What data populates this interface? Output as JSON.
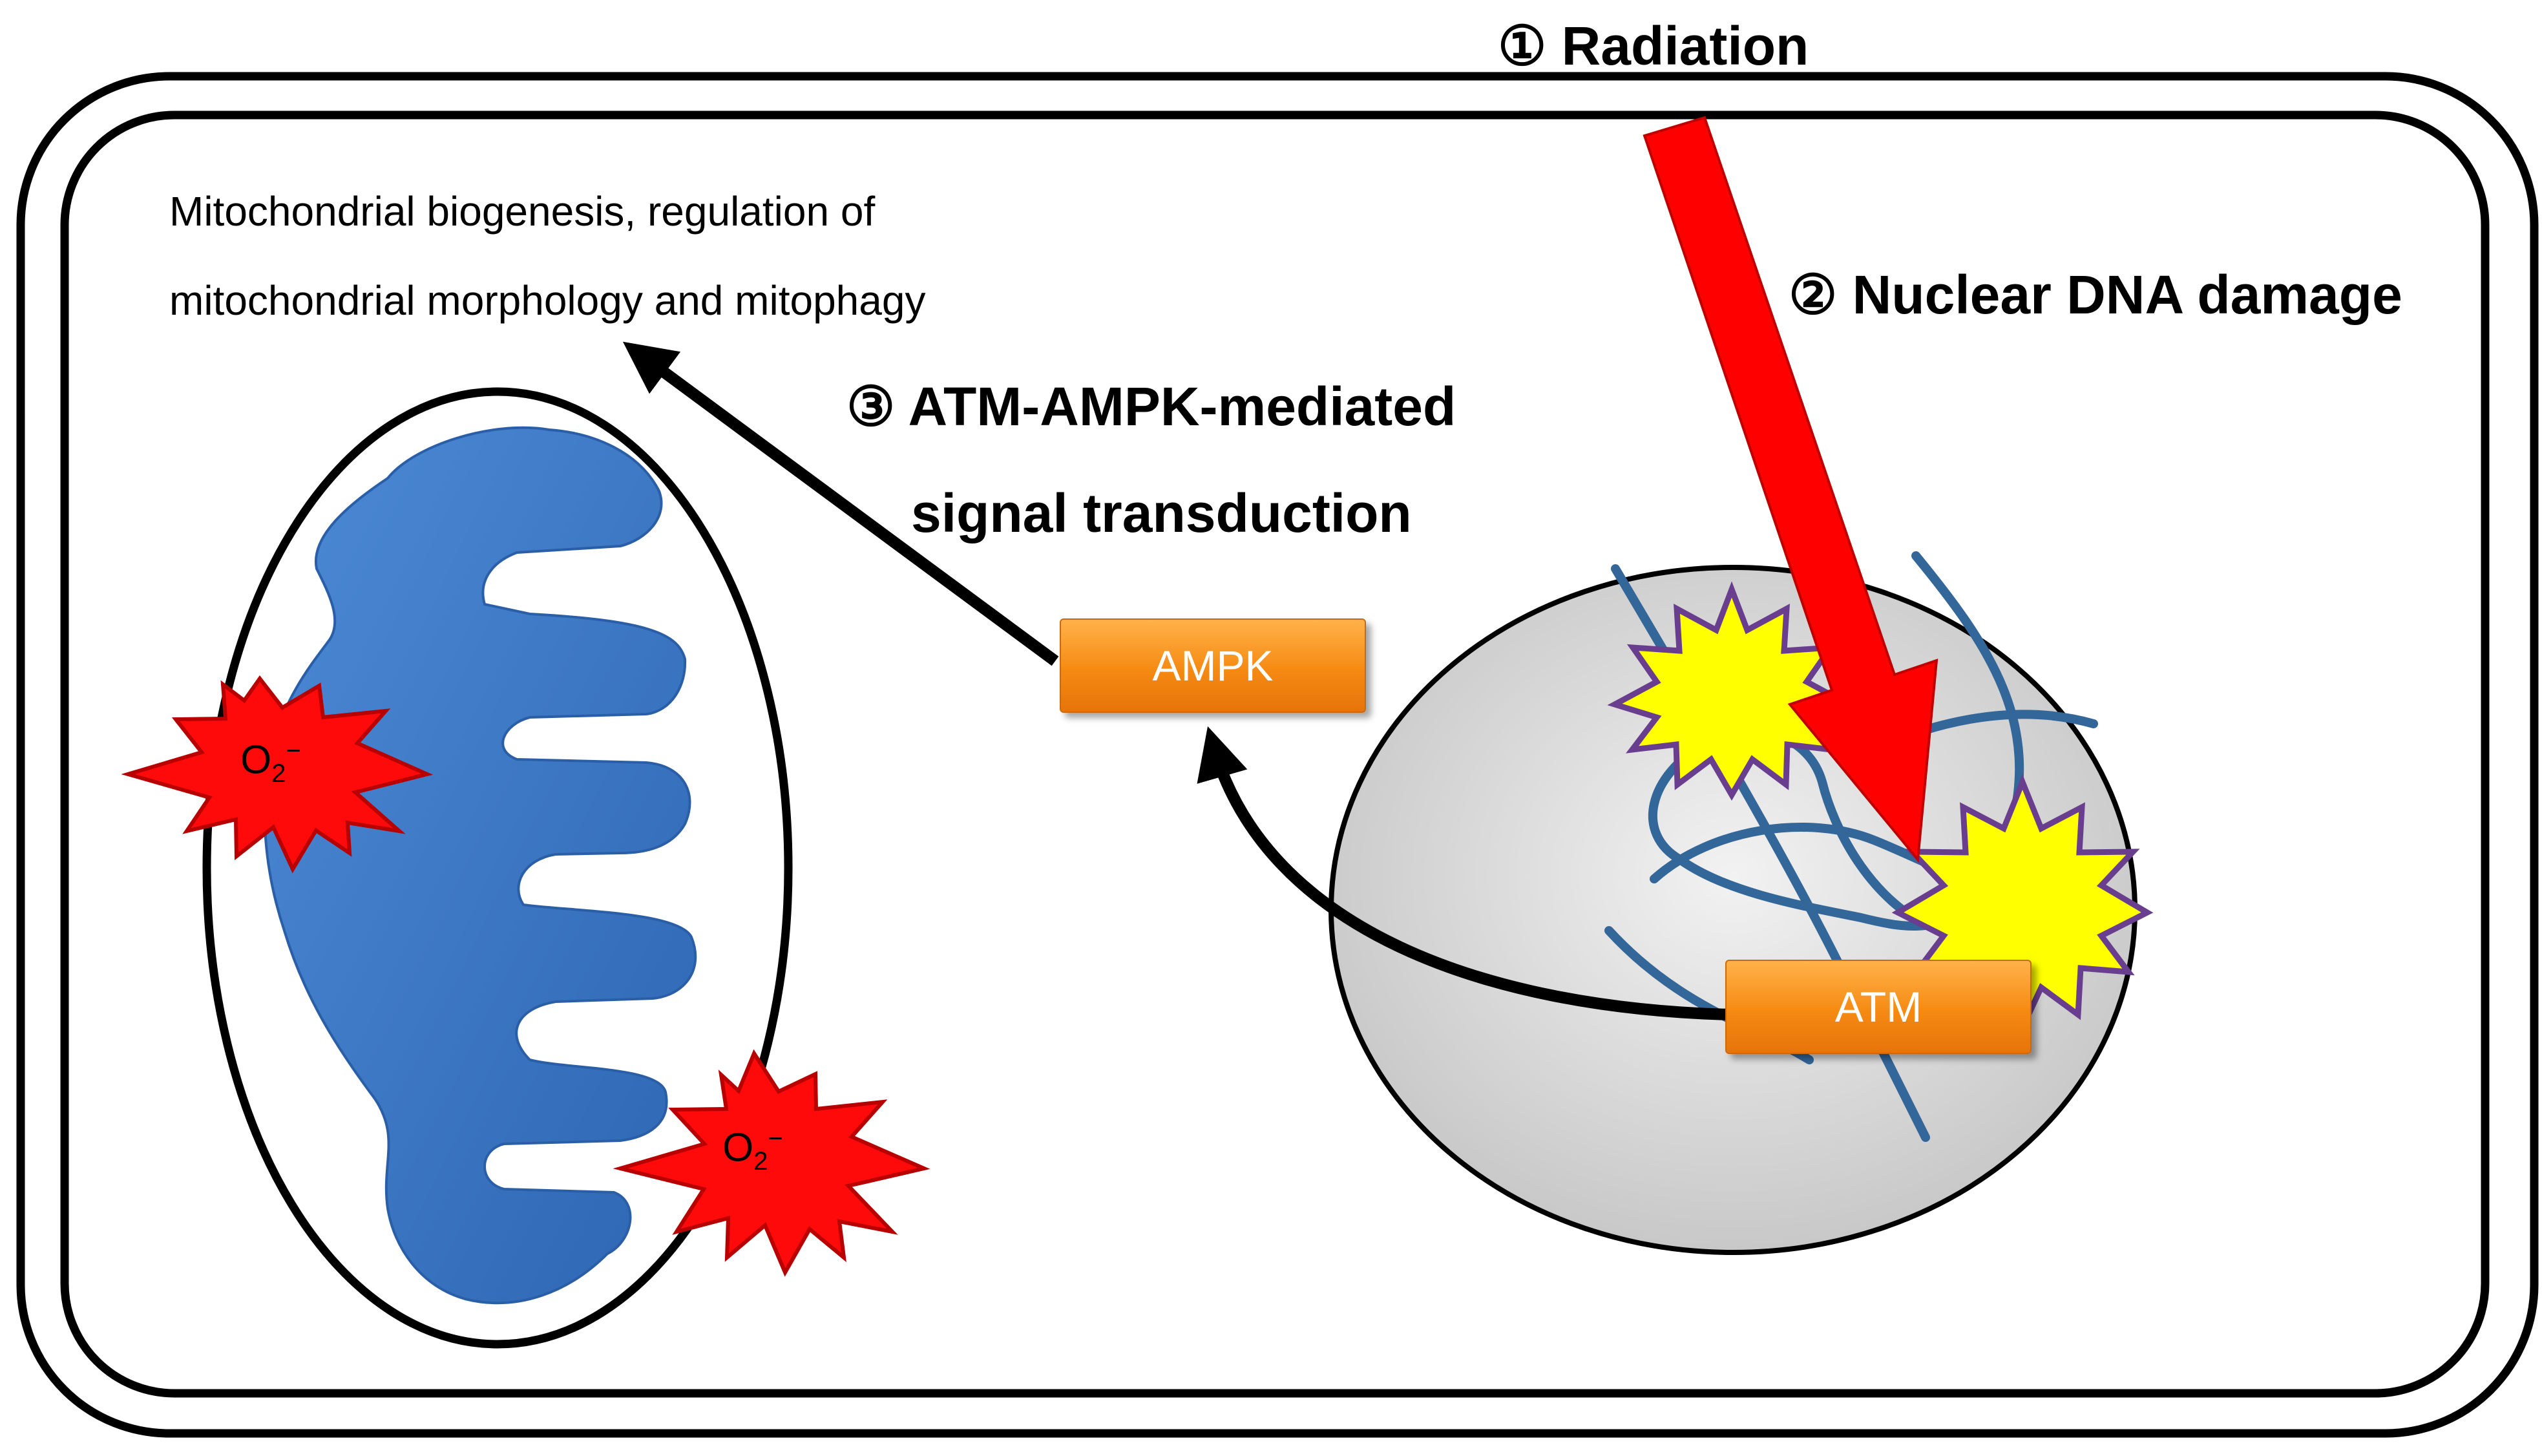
{
  "labels": {
    "radiation": "① Radiation",
    "nuclear_dna_damage": "② Nuclear DNA damage",
    "signal_line1": "③ ATM-AMPK-mediated",
    "signal_line2": "signal transduction",
    "outcome_line1": "Mitochondrial biogenesis, regulation of",
    "outcome_line2": "mitochondrial morphology and mitophagy"
  },
  "boxes": {
    "ampk": "AMPK",
    "atm": "ATM"
  },
  "superoxide": {
    "base": "O",
    "subscript": "2",
    "superscript": "−"
  },
  "colors": {
    "radiation_arrow": "#ff0000",
    "mitochondrion": "#3a78c8",
    "nucleus_fill": "#d7d7d7",
    "dna_strand": "#336699",
    "damage_burst": "#ffff00",
    "damage_burst_outline": "#6a3e8e",
    "superoxide_burst": "#ff0a0a",
    "kinase_box": "#f58a12",
    "signal_arrow": "#000000"
  }
}
